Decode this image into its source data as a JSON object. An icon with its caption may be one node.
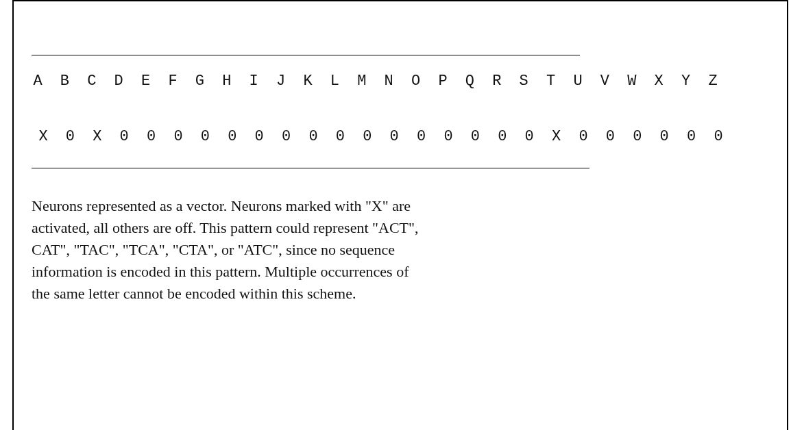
{
  "diagram": {
    "caption": "Neurons represented as a vector. Neurons marked with \"X\" are activated, all others are off. This pattern could represent \"ACT\", CAT\", \"TAC\", \"TCA\", \"CTA\", or \"ATC\", since no sequence information is encoded in this pattern. Multiple occurrences of the same letter cannot be encoded within this scheme.",
    "labels": [
      "A",
      "B",
      "C",
      "D",
      "E",
      "F",
      "G",
      "H",
      "I",
      "J",
      "K",
      "L",
      "M",
      "N",
      "O",
      "P",
      "Q",
      "R",
      "S",
      "T",
      "U",
      "V",
      "W",
      "X",
      "Y",
      "Z",
      "X",
      "0",
      "X",
      "0",
      "0",
      "0",
      "0",
      "0",
      "0",
      "0",
      "0",
      "0",
      "0",
      "0",
      "0",
      "0",
      "0",
      "0",
      "0",
      "X",
      "0",
      "0",
      "0",
      "0",
      "0",
      "0"
    ]
  }
}
